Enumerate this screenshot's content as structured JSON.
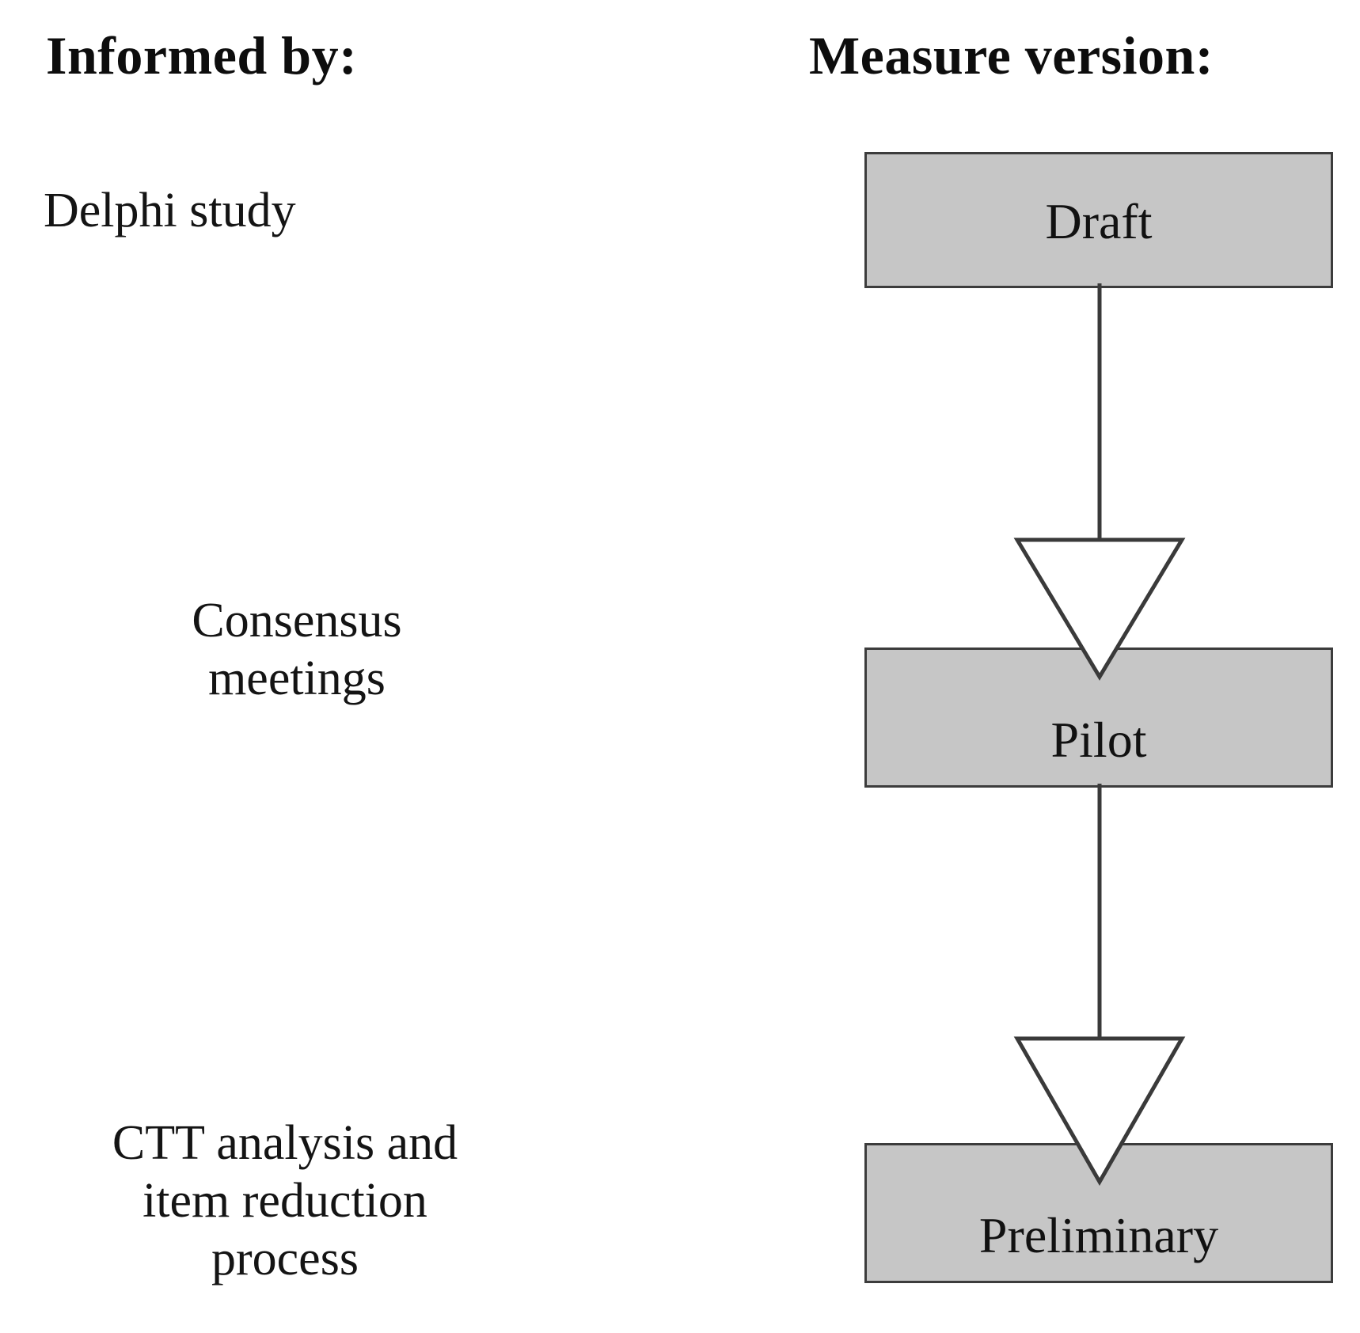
{
  "figure": {
    "type": "flow-diagram",
    "orientation": "vertical",
    "background_color": "#ffffff"
  },
  "headers": {
    "left": "Informed by:",
    "right": "Measure version:"
  },
  "informants": [
    {
      "id": "delphi-study",
      "align": "left",
      "lines": [
        "Delphi study"
      ]
    },
    {
      "id": "consensus-meetings",
      "align": "center",
      "lines": [
        "Consensus",
        "meetings"
      ]
    },
    {
      "id": "ctt-analysis",
      "align": "center",
      "lines": [
        "CTT analysis and",
        "item reduction",
        "process"
      ]
    }
  ],
  "flow_boxes": [
    {
      "id": "draft",
      "label": "Draft",
      "fill": "#c6c6c6",
      "border": "#3c3c3c"
    },
    {
      "id": "pilot",
      "label": "Pilot",
      "fill": "#c6c6c6",
      "border": "#3c3c3c"
    },
    {
      "id": "preliminary",
      "label": "Preliminary",
      "fill": "#c6c6c6",
      "border": "#3c3c3c"
    }
  ],
  "connectors": [
    {
      "id": "draft-to-pilot",
      "from": "draft",
      "to": "pilot",
      "head": "hollow-triangle-down",
      "head_fill": "#ffffff",
      "stroke": "#3a3a3a"
    },
    {
      "id": "pilot-to-preliminary",
      "from": "pilot",
      "to": "preliminary",
      "head": "hollow-triangle-down",
      "head_fill": "#ffffff",
      "stroke": "#3a3a3a"
    }
  ]
}
